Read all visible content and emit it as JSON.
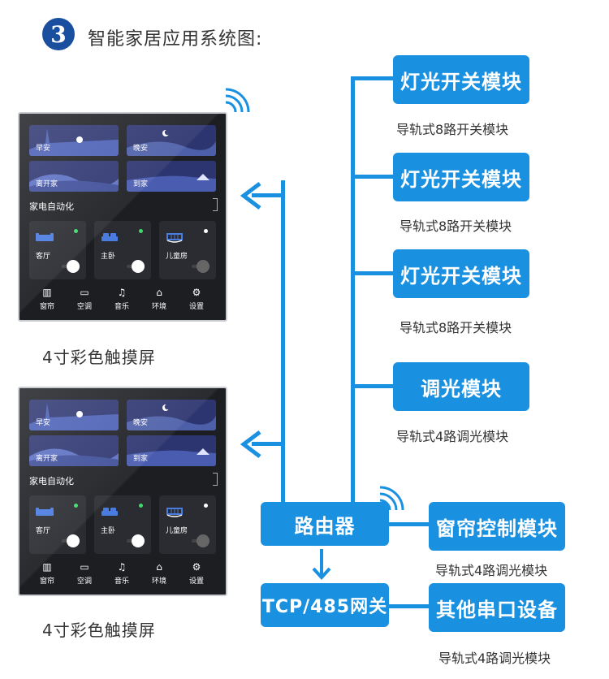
{
  "header": {
    "badge": "3",
    "title": "智能家居应用系统图:"
  },
  "colors": {
    "accent": "#1a90e0",
    "badge": "#1a4fa0",
    "panel_bg": "#1c1e22",
    "status_on": "#3ddc6a"
  },
  "modules": [
    {
      "label": "灯光开关模块",
      "caption": "导轨式8路开关模块"
    },
    {
      "label": "灯光开关模块",
      "caption": "导轨式8路开关模块"
    },
    {
      "label": "灯光开关模块",
      "caption": "导轨式8路开关模块"
    },
    {
      "label": "调光模块",
      "caption": "导轨式4路调光模块"
    },
    {
      "label": "窗帘控制模块",
      "caption": "导轨式4路调光模块"
    },
    {
      "label": "其他串口设备",
      "caption": "导轨式4路调光模块"
    }
  ],
  "router": {
    "label": "路由器"
  },
  "gateway": {
    "label": "TCP/485网关"
  },
  "panel": {
    "scenes": [
      "早安",
      "晚安",
      "离开家",
      "到家"
    ],
    "section_title": "家电自动化",
    "rooms": [
      {
        "label": "客厅",
        "icon": "sofa-icon"
      },
      {
        "label": "主卧",
        "icon": "bed-icon"
      },
      {
        "label": "儿童房",
        "icon": "crib-icon"
      }
    ],
    "nav": [
      {
        "label": "窗帘",
        "icon": "curtain-icon"
      },
      {
        "label": "空调",
        "icon": "ac-icon"
      },
      {
        "label": "音乐",
        "icon": "music-icon"
      },
      {
        "label": "环境",
        "icon": "home-icon"
      },
      {
        "label": "设置",
        "icon": "gear-icon"
      }
    ]
  },
  "panels": [
    {
      "caption": "4寸彩色触摸屏"
    },
    {
      "caption": "4寸彩色触摸屏"
    }
  ]
}
